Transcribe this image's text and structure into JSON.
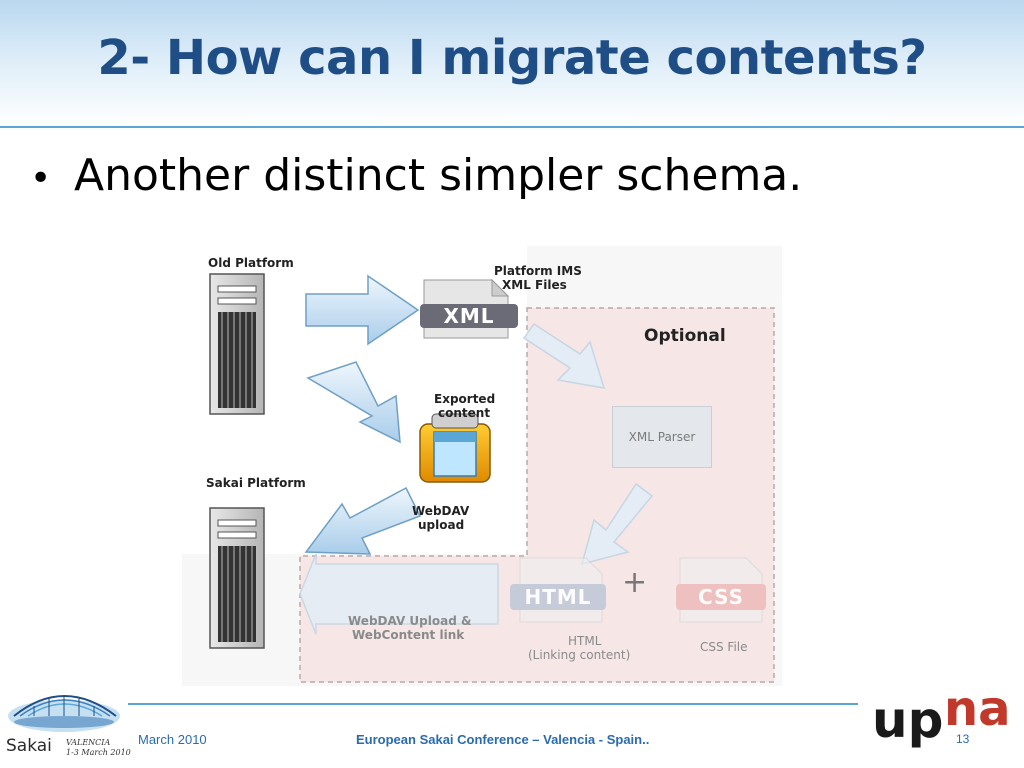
{
  "slide": {
    "title": "2- How can I migrate contents?",
    "bullets": [
      "Another distinct simpler schema."
    ]
  },
  "diagram": {
    "old_platform": "Old Platform",
    "ims_files_line1": "Platform IMS",
    "ims_files_line2": "XML Files",
    "xml_badge": "XML",
    "optional": "Optional",
    "exported_line1": "Exported",
    "exported_line2": "content",
    "xml_parser": "XML Parser",
    "sakai_platform": "Sakai Platform",
    "webdav_line1": "WebDAV",
    "webdav_line2": "upload",
    "html_badge": "HTML",
    "plus": "+",
    "css_badge": "CSS",
    "webdav_link_line1": "WebDAV Upload &",
    "webdav_link_line2": "WebContent link",
    "html_label_line1": "HTML",
    "html_label_line2": "(Linking content)",
    "css_file": "CSS File"
  },
  "footer": {
    "date": "March 2010",
    "conference": "European Sakai Conference – Valencia - Spain..",
    "page": "13"
  },
  "logos": {
    "sakai_word": "Sakai",
    "sakai_city": "VALENCIA",
    "sakai_dates": "1-3 March 2010",
    "upna_up": "up",
    "upna_na": "na"
  },
  "colors": {
    "title": "#1f4e86",
    "accent_line": "#5aa6d6",
    "footer_text": "#2a6bb0",
    "optional_area": "#f6e6e6",
    "upna_red": "#c0392b"
  }
}
